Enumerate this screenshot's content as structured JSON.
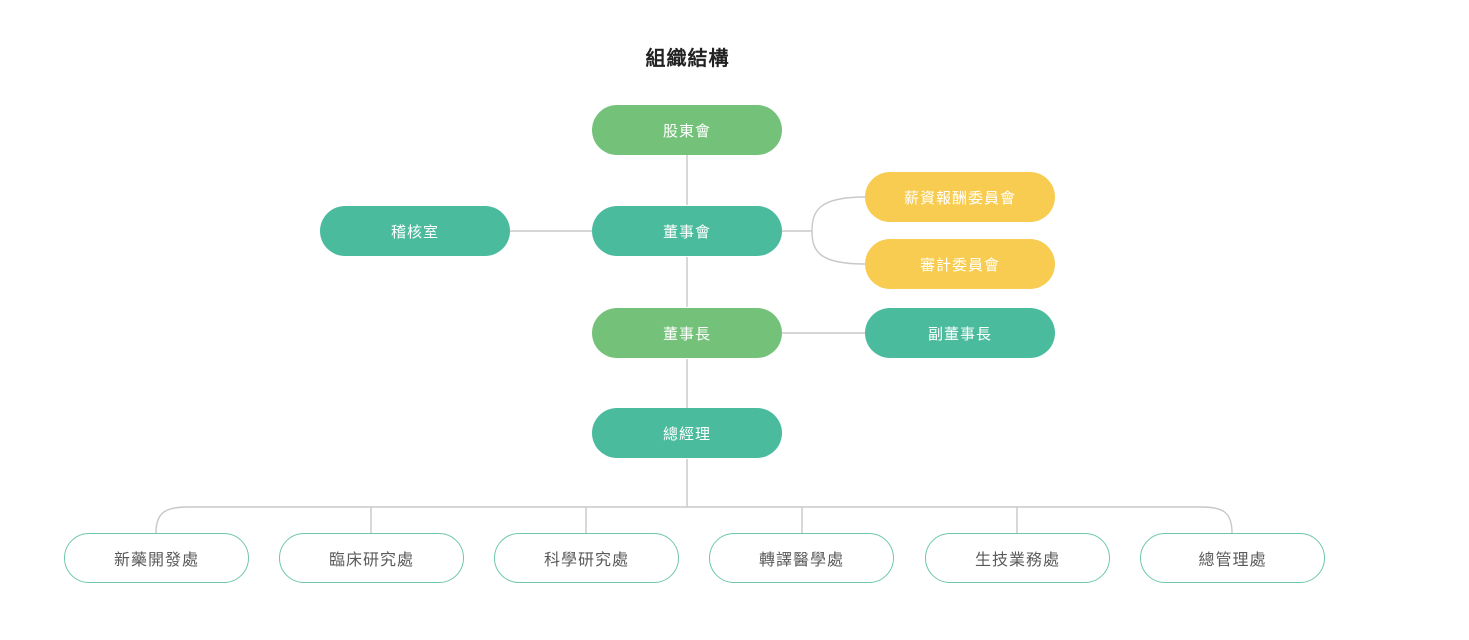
{
  "page": {
    "title": "組織結構",
    "background": "#ffffff"
  },
  "colors": {
    "green": "#74c27a",
    "teal": "#4bbb9d",
    "yellow": "#f7cc51",
    "outline_border": "#6ec7ab",
    "outline_text": "#5a5a5a",
    "connector": "#c8c8c8",
    "title_text": "#222222"
  },
  "nodes": {
    "shareholders": {
      "label": "股東會",
      "style": "green"
    },
    "audit_office": {
      "label": "稽核室",
      "style": "teal"
    },
    "board": {
      "label": "董事會",
      "style": "teal"
    },
    "compensation_committee": {
      "label": "薪資報酬委員會",
      "style": "yellow"
    },
    "audit_committee": {
      "label": "審計委員會",
      "style": "yellow"
    },
    "chairman": {
      "label": "董事長",
      "style": "green"
    },
    "vice_chairman": {
      "label": "副董事長",
      "style": "teal"
    },
    "general_manager": {
      "label": "總經理",
      "style": "teal"
    }
  },
  "departments": [
    {
      "label": "新藥開發處"
    },
    {
      "label": "臨床研究處"
    },
    {
      "label": "科學研究處"
    },
    {
      "label": "轉譯醫學處"
    },
    {
      "label": "生技業務處"
    },
    {
      "label": "總管理處"
    }
  ]
}
